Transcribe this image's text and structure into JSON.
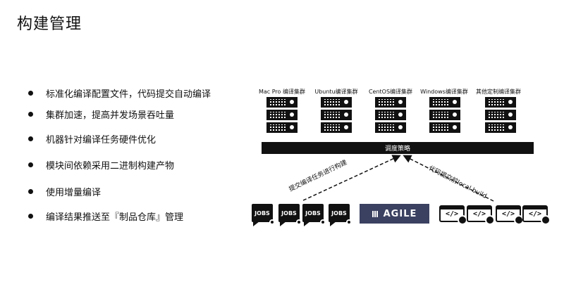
{
  "title": "构建管理",
  "bullets": [
    "标准化编译配置文件，代码提交自动编译",
    "集群加速，提高并发场景吞吐量",
    "机器针对编译任务硬件优化",
    "模块间依赖采用二进制构建产物",
    "使用增量编译",
    "编译结果推送至『制品仓库』管理"
  ],
  "clusters": [
    "Mac Pro 编译集群",
    "Ubuntu编译集群",
    "CentOS编译集群",
    "Windows编译集群",
    "其他定制编译集群"
  ],
  "scheduler": "调度策略",
  "left_arrow_label": "提交编译任务进行构建",
  "right_arrow_label": "代码提交前local build",
  "jobs_label": "JOBS",
  "agile_label": "AGILE",
  "code_symbol": "</>"
}
